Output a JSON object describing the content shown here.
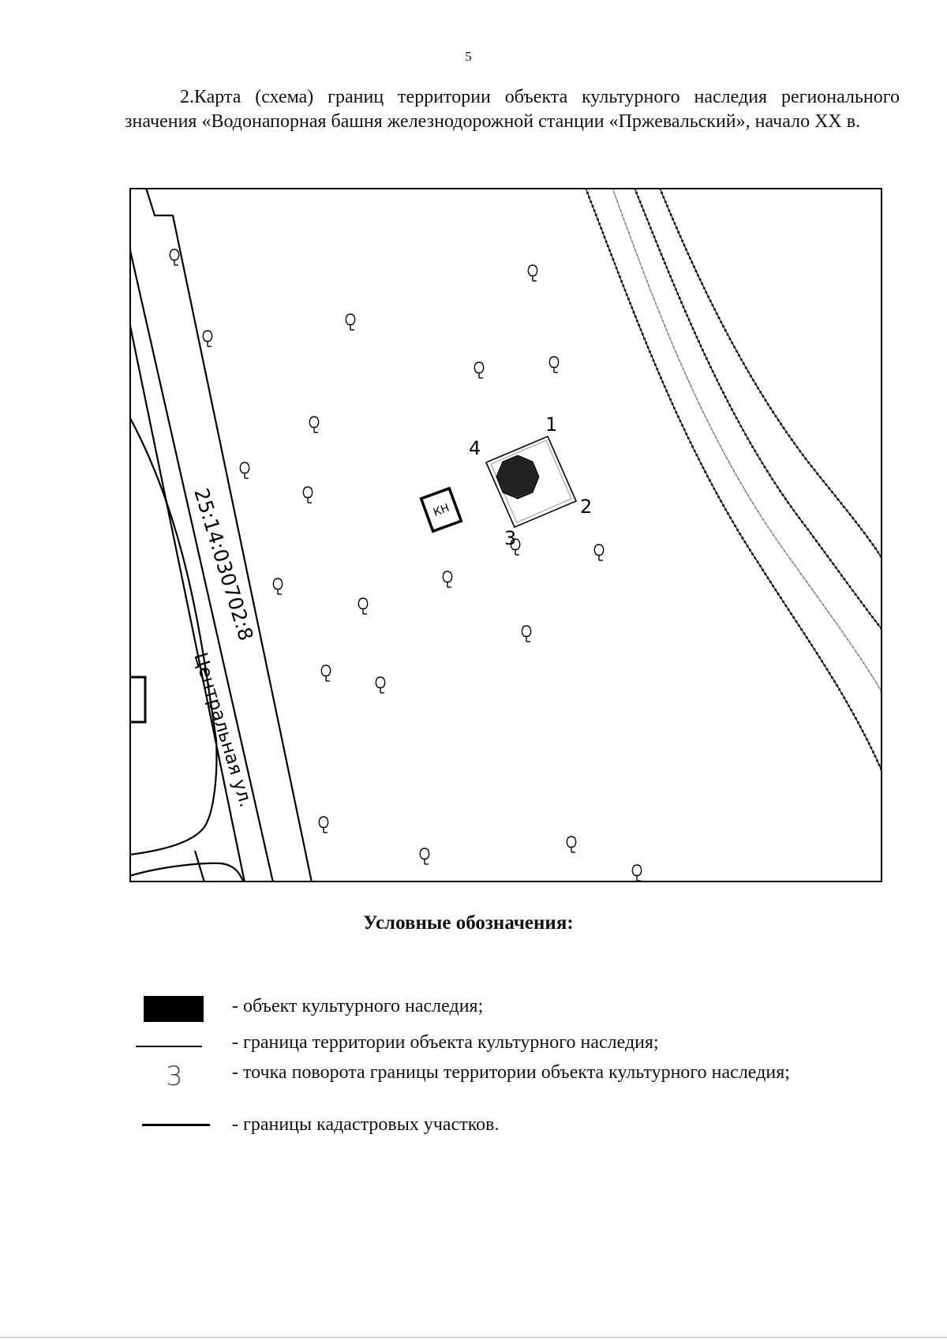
{
  "page_number": "5",
  "heading": {
    "number": "2.",
    "text": "Карта (схема) границ территории объекта культурного наследия регионального значения «Водонапорная башня железнодорожной станции «Пржевальский», начало XX в."
  },
  "map": {
    "parcel_label": "25:14:030702:8",
    "street_label": "Центральная ул.",
    "kn_label": "КН",
    "points": [
      "1",
      "2",
      "3",
      "4"
    ]
  },
  "legend": {
    "title": "Условные обозначения:",
    "items": [
      {
        "symbol": "black-rectangle",
        "text": "- объект культурного наследия;"
      },
      {
        "symbol": "thin-line",
        "text": "- граница территории объекта культурного наследия;"
      },
      {
        "symbol": "digit",
        "digit": "3",
        "text": "- точка поворота границы территории объекта культурного наследия;"
      },
      {
        "symbol": "thick-line",
        "text": "- границы кадастровых участков."
      }
    ]
  }
}
